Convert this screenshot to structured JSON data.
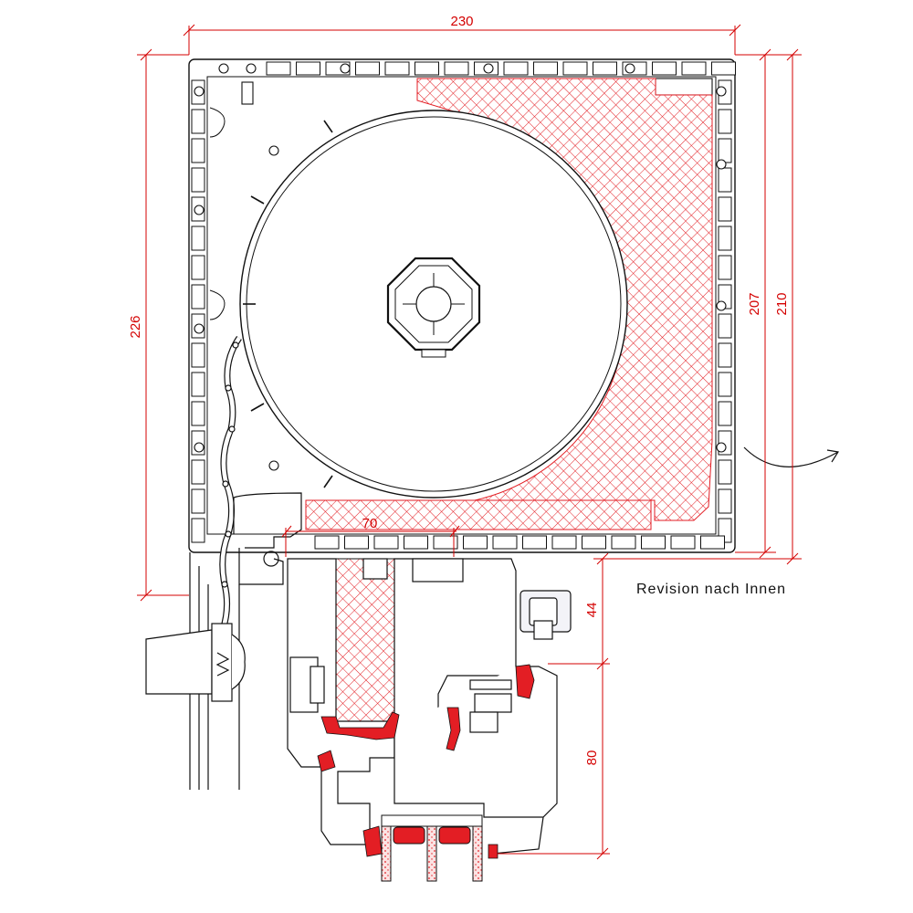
{
  "dimensions": {
    "width_total": "230",
    "height_outer": "226",
    "height_inner_a": "207",
    "height_inner_b": "210",
    "insulation_offset": "70",
    "frame_top": "44",
    "frame_depth": "80"
  },
  "note": "Revision nach Innen",
  "colors": {
    "line": "#111111",
    "dimension": "#d40000",
    "insulation_hatch": "#e31e24",
    "seal": "#e31e24",
    "fill_grey": "#d9d9d9"
  }
}
